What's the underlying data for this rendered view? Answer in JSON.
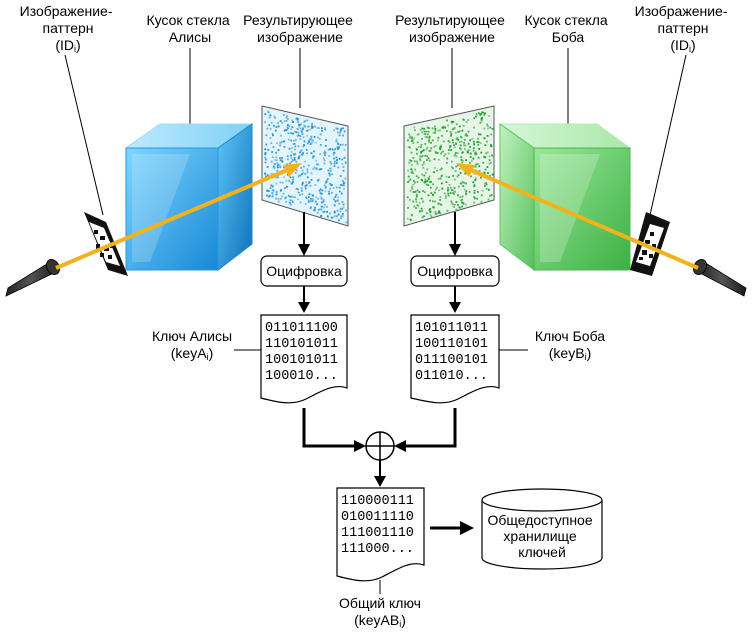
{
  "left": {
    "pattern_label": [
      "Изображение-",
      "паттерн"
    ],
    "pattern_id": {
      "main": "(ID",
      "sub": "i",
      "close": ")"
    },
    "glass_label": [
      "Кусок стекла",
      "Алисы"
    ],
    "result_label": [
      "Результирующее",
      "изображение"
    ],
    "digitize_label": "Оцифровка",
    "key_bits": [
      "011011100",
      "110101011",
      "100101011",
      "100010..."
    ],
    "key_label": "Ключ Алисы",
    "key_id": {
      "main": "(keyA",
      "sub": "i",
      "close": ")"
    }
  },
  "right": {
    "result_label": [
      "Результирующее",
      "изображение"
    ],
    "glass_label": [
      "Кусок стекла",
      "Боба"
    ],
    "pattern_label": [
      "Изображение-",
      "паттерн"
    ],
    "pattern_id": {
      "main": "(ID",
      "sub": "i",
      "close": ")"
    },
    "digitize_label": "Оцифровка",
    "key_bits": [
      "101011011",
      "100110101",
      "011100101",
      "011010..."
    ],
    "key_label": "Ключ Боба",
    "key_id": {
      "main": "(keyB",
      "sub": "i",
      "close": ")"
    }
  },
  "xor_symbol": "⊕",
  "shared": {
    "key_bits": [
      "110000111",
      "010011110",
      "111001110",
      "111000..."
    ],
    "key_label": "Общий ключ",
    "key_id": {
      "main": "(keyAB",
      "sub": "i",
      "close": ")"
    }
  },
  "storage": {
    "label": [
      "Общедоступное",
      "хранилище",
      "ключей"
    ]
  },
  "colors": {
    "alice_glass": "#3aaee8",
    "bob_glass": "#66cc66",
    "laser": "#f2b21e",
    "alice_noise": "#1e90d0",
    "bob_noise": "#1e9a2a"
  }
}
